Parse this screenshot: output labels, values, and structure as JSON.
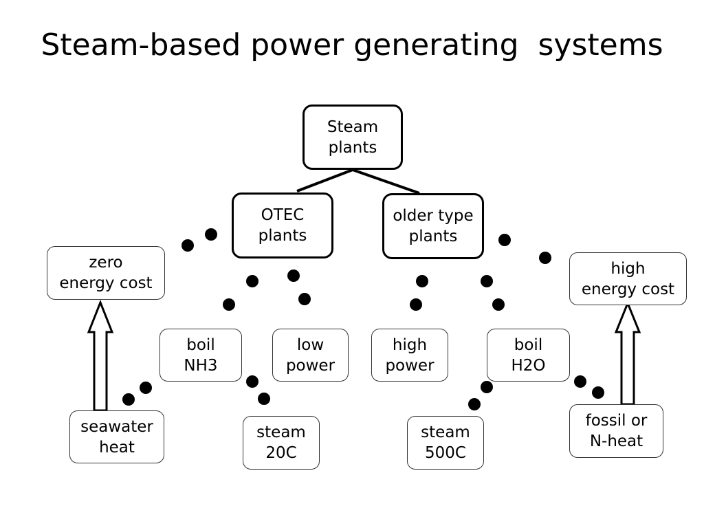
{
  "title": "Steam-based power generating  systems",
  "nodes": {
    "steam_plants": "Steam\nplants",
    "otec_plants": "OTEC\nplants",
    "older_type_plants": "older type\nplants",
    "zero_energy_cost": "zero\nenergy cost",
    "high_energy_cost": "high\nenergy cost",
    "boil_nh3": "boil\nNH3",
    "low_power": "low\npower",
    "high_power": "high\npower",
    "boil_h2o": "boil\nH2O",
    "seawater_heat": "seawater\nheat",
    "steam_20c": "steam\n20C",
    "steam_500c": "steam\n500C",
    "fossil_or_n_heat": "fossil or\nN-heat"
  }
}
